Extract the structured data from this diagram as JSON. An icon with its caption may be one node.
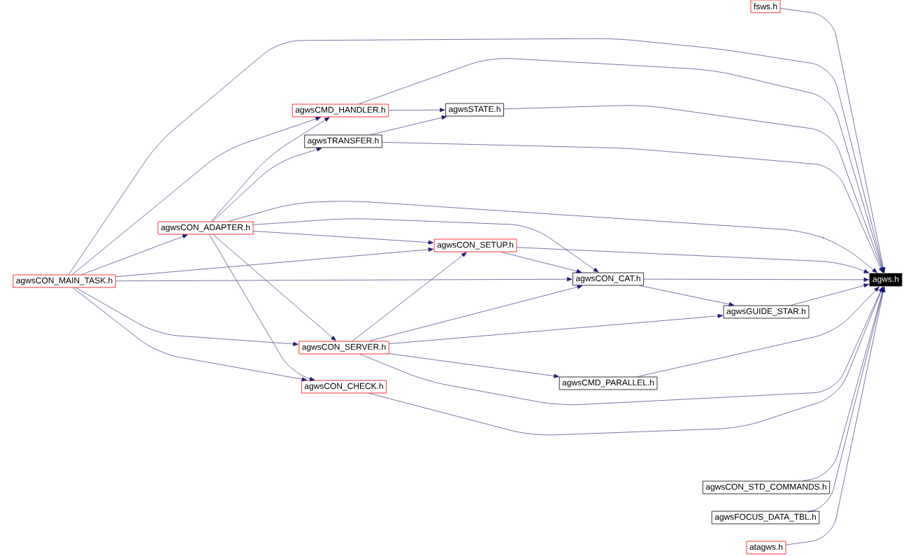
{
  "diagram": {
    "nodes": [
      {
        "text": [
          "agwsCON_MAIN_TASK.h"
        ]
      },
      {
        "text": [
          "agwsCON_ADAPTER.h"
        ]
      },
      {
        "text": [
          "agwsCMD_HANDLER.h"
        ]
      },
      {
        "text": [
          "agwsTRANSFER.h"
        ]
      },
      {
        "text": [
          "agwsCON_SERVER.h"
        ]
      },
      {
        "text": [
          "agwsCON_CHECK.h"
        ]
      },
      {
        "text": [
          "agwsSTATE.h"
        ]
      },
      {
        "text": [
          "agwsCON_SETUP.h"
        ]
      },
      {
        "text": [
          "agwsCON_CAT.h"
        ]
      },
      {
        "text": [
          "agwsCMD_PARALLEL.h"
        ]
      },
      {
        "text": [
          "agwsGUIDE_STAR.h"
        ]
      },
      {
        "text": [
          "fsws.h"
        ]
      },
      {
        "text": [
          "agwsCON_STD_COMMANDS.h"
        ]
      },
      {
        "text": [
          "agwsFOCUS_DATA_TBL.h"
        ]
      },
      {
        "text": [
          "atagws.h"
        ]
      },
      {
        "text": [
          "agws.h"
        ]
      }
    ],
    "edges": [
      {
        "from": 0,
        "to": 15,
        "arrow": "to"
      },
      {
        "from": 0,
        "to": 2,
        "arrow": "to"
      },
      {
        "from": 0,
        "to": 1,
        "arrow": "to"
      },
      {
        "from": 0,
        "to": 7,
        "arrow": "to"
      },
      {
        "from": 0,
        "to": 8,
        "arrow": "to"
      },
      {
        "from": 0,
        "to": 4,
        "arrow": "to"
      },
      {
        "from": 0,
        "to": 5,
        "arrow": "to"
      },
      {
        "from": 1,
        "to": 2,
        "arrow": "to"
      },
      {
        "from": 1,
        "to": 3,
        "arrow": "to"
      },
      {
        "from": 1,
        "to": 15,
        "arrow": "to"
      },
      {
        "from": 1,
        "to": 8,
        "arrow": "to"
      },
      {
        "from": 1,
        "to": 7,
        "arrow": "to"
      },
      {
        "from": 1,
        "to": 4,
        "arrow": "to"
      },
      {
        "from": 1,
        "to": 5,
        "arrow": "to"
      },
      {
        "from": 2,
        "to": 6,
        "arrow": "to"
      },
      {
        "from": 2,
        "to": 15,
        "arrow": "to"
      },
      {
        "from": 3,
        "to": 6,
        "arrow": "to"
      },
      {
        "from": 3,
        "to": 15,
        "arrow": "to"
      },
      {
        "from": 6,
        "to": 15,
        "arrow": "to"
      },
      {
        "from": 7,
        "to": 8,
        "arrow": "to"
      },
      {
        "from": 7,
        "to": 15,
        "arrow": "to"
      },
      {
        "from": 4,
        "to": 7,
        "arrow": "to"
      },
      {
        "from": 4,
        "to": 8,
        "arrow": "to"
      },
      {
        "from": 4,
        "to": 10,
        "arrow": "to"
      },
      {
        "from": 4,
        "to": 9,
        "arrow": "to"
      },
      {
        "from": 4,
        "to": 15,
        "arrow": "to"
      },
      {
        "from": 5,
        "to": 15,
        "arrow": "to"
      },
      {
        "from": 8,
        "to": 15,
        "arrow": "to"
      },
      {
        "from": 8,
        "to": 10,
        "arrow": "to"
      },
      {
        "from": 10,
        "to": 15,
        "arrow": "to"
      },
      {
        "from": 9,
        "to": 15,
        "arrow": "to"
      },
      {
        "from": 11,
        "to": 15,
        "arrow": "to"
      },
      {
        "from": 12,
        "to": 15,
        "arrow": "to"
      },
      {
        "from": 13,
        "to": 15,
        "arrow": "to"
      },
      {
        "from": 14,
        "to": 15,
        "arrow": "to"
      }
    ]
  }
}
